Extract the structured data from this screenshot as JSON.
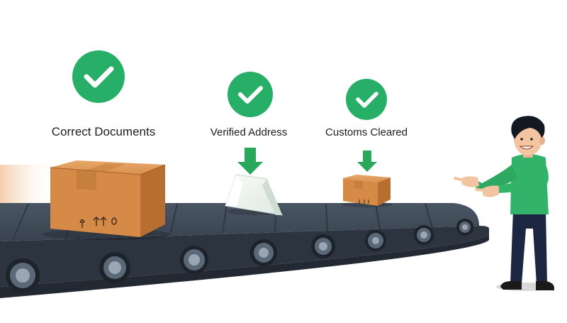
{
  "checkpoints": [
    {
      "label": "Correct Documents",
      "icon": "checkmark-icon"
    },
    {
      "label": "Verified Address",
      "icon": "checkmark-icon"
    },
    {
      "label": "Customs Cleared",
      "icon": "checkmark-icon"
    }
  ],
  "colors": {
    "check_green": "#27ae67",
    "arrow_green": "#29a85c",
    "belt_dark": "#3a4452",
    "belt_frame": "#2c3440",
    "box_brown": "#d68a47",
    "shirt_green": "#33b36a",
    "pants_navy": "#1c2640",
    "text": "#1e1e1e"
  }
}
